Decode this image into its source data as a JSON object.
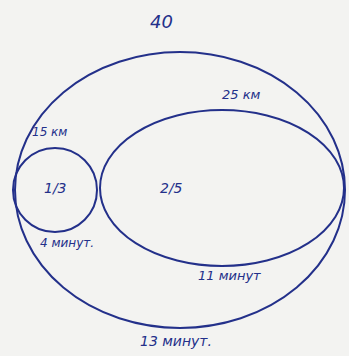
{
  "diagram": {
    "labels": [
      "40",
      "25 км",
      "15 км",
      "1/3",
      "2/5",
      "4 минут.",
      "11 минут",
      "13 минут."
    ]
  }
}
